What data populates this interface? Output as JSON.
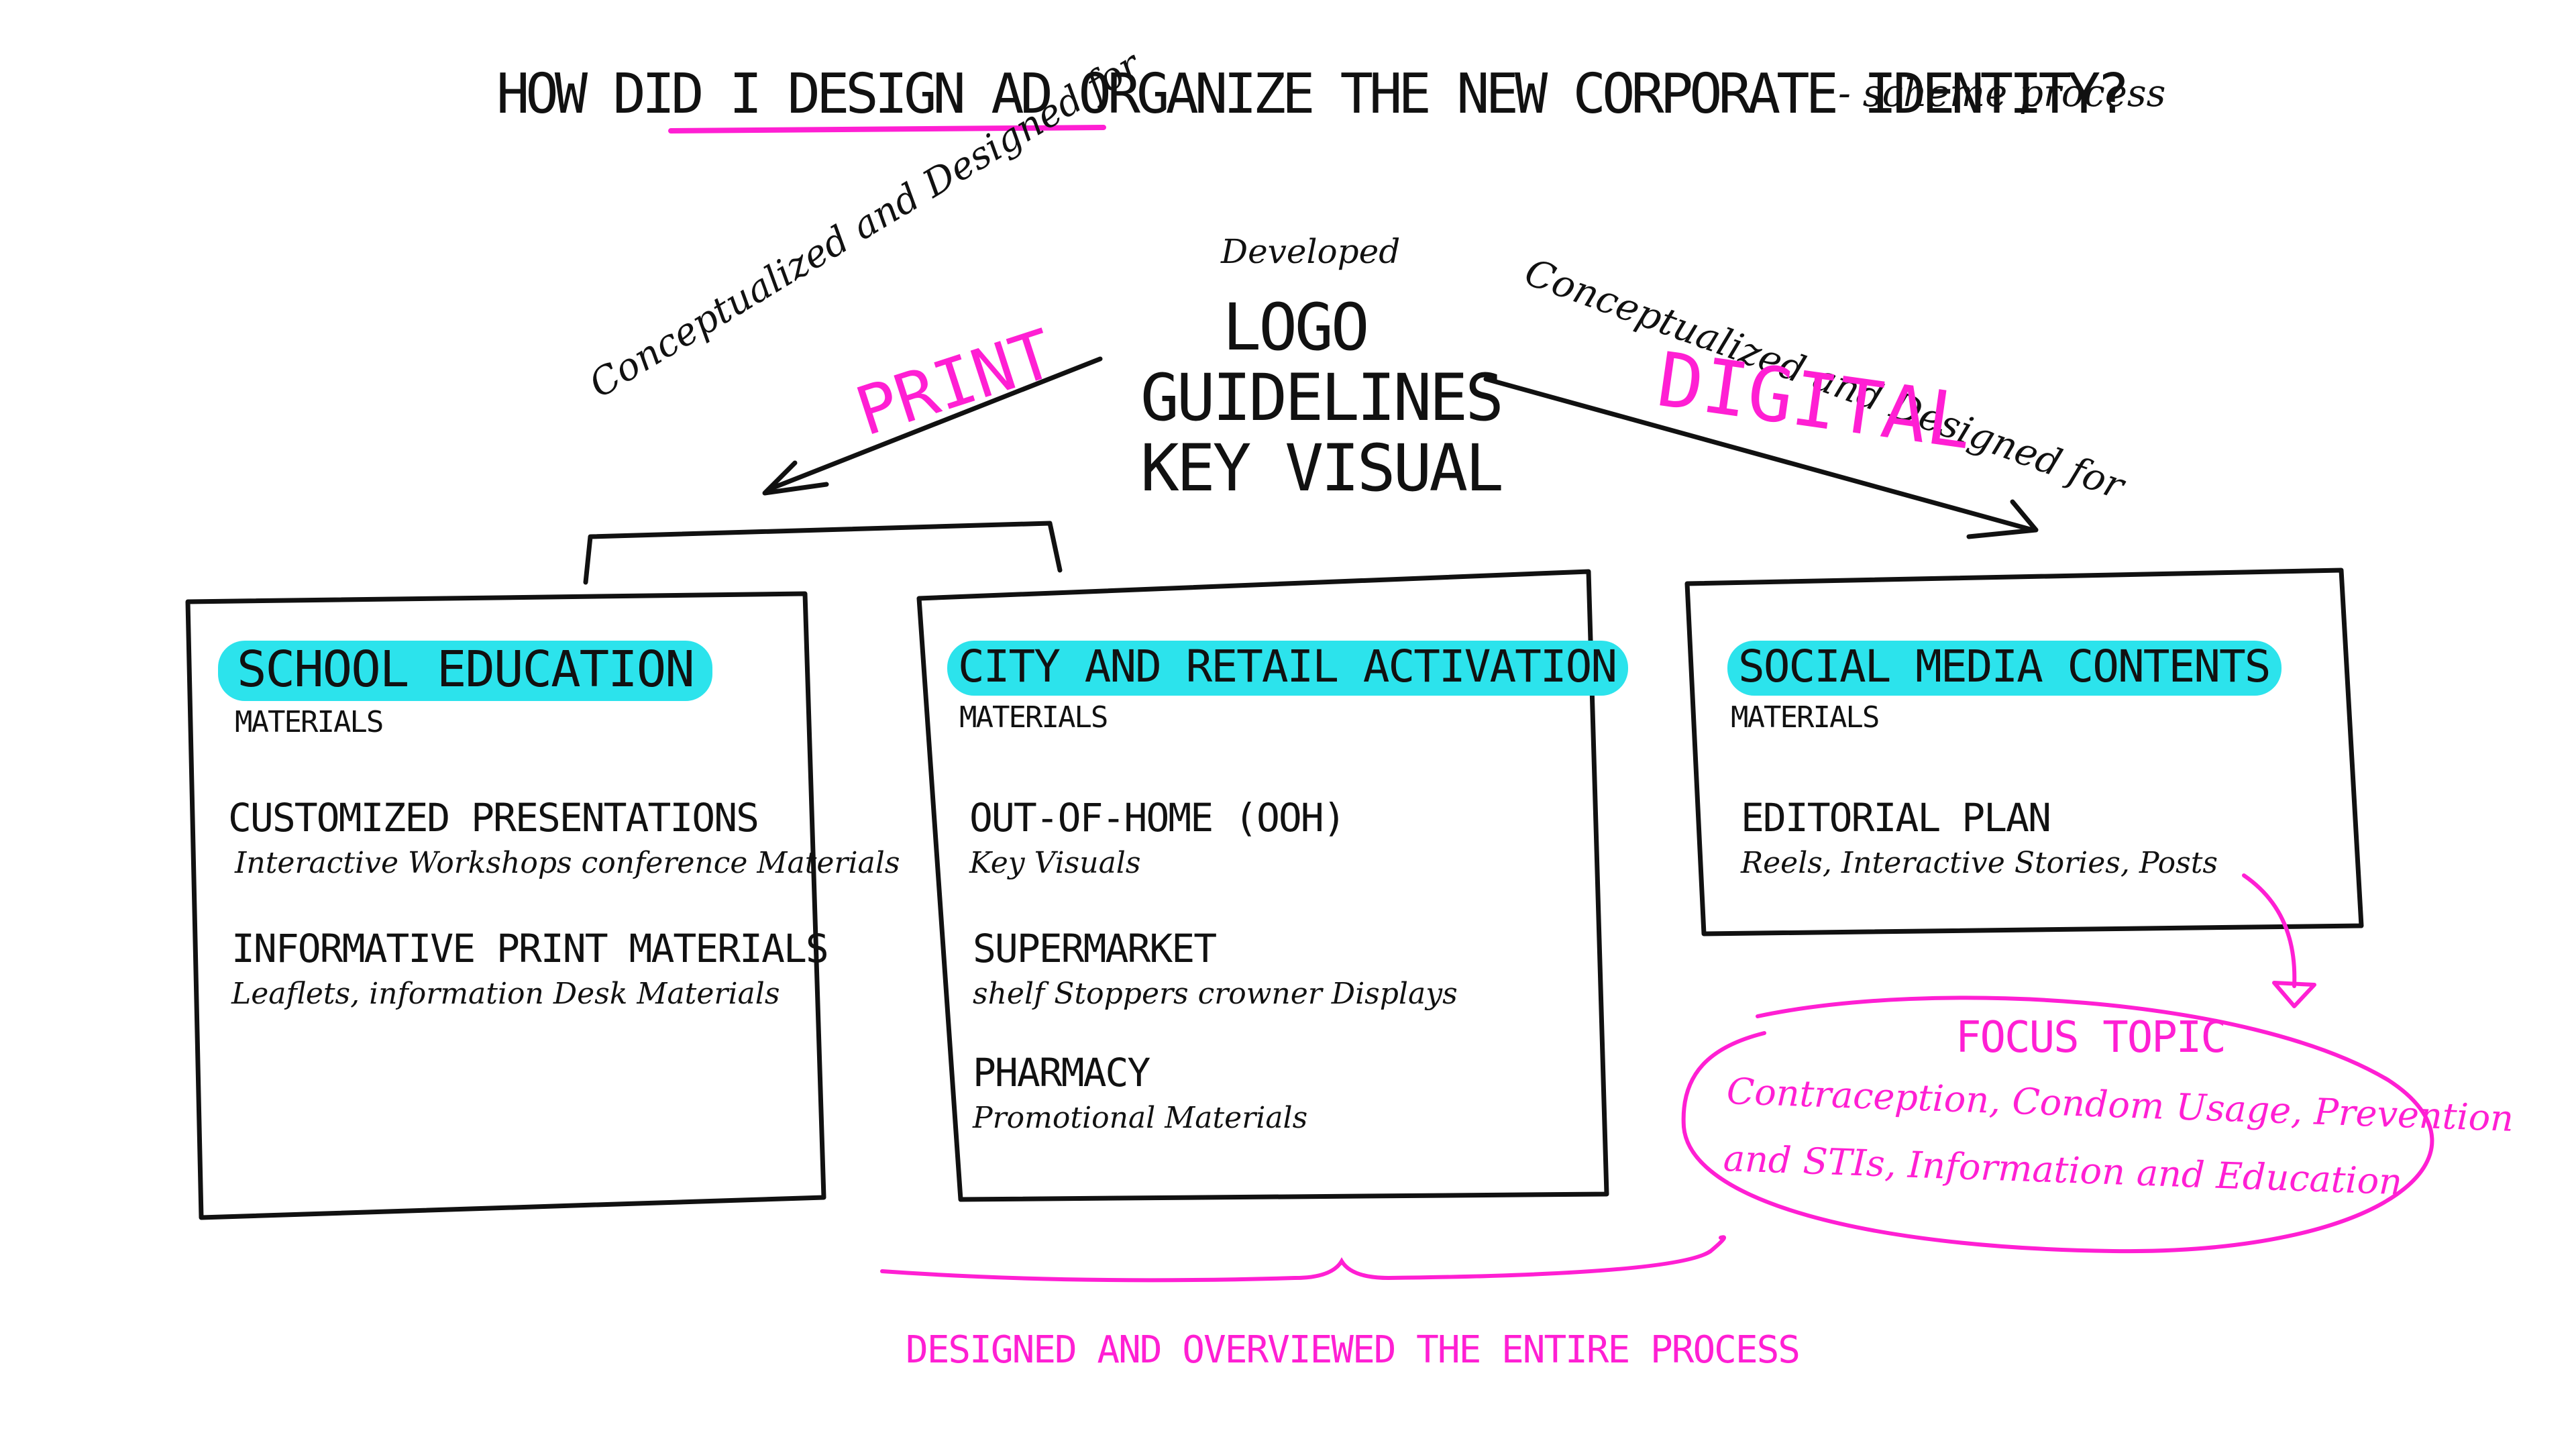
{
  "title": {
    "main": "HOW DID I DESIGN AD ORGANIZE THE NEW CORPORATE IDENTITY?",
    "subtitle": "- scheme process",
    "underline_color": "#ff1fd3"
  },
  "center": {
    "caption": "Developed",
    "items": [
      "LOGO",
      "GUIDELINES",
      "KEY VISUAL"
    ]
  },
  "left_branch": {
    "caption": "Conceptualized and Designed for",
    "keyword": "PRINT"
  },
  "right_branch": {
    "caption": "Conceptualized and Designed for",
    "keyword": "DIGITAL"
  },
  "boxes": [
    {
      "heading": "SCHOOL EDUCATION",
      "subheading": "MATERIALS",
      "items": [
        {
          "title": "CUSTOMIZED PRESENTATIONS",
          "desc": "Interactive Workshops conference Materials"
        },
        {
          "title": "INFORMATIVE PRINT MATERIALS",
          "desc": "Leaflets, information Desk Materials"
        }
      ]
    },
    {
      "heading": "CITY AND RETAIL ACTIVATION",
      "subheading": "MATERIALS",
      "items": [
        {
          "title": "OUT-OF-HOME (OOH)",
          "desc": "Key Visuals"
        },
        {
          "title": "SUPERMARKET",
          "desc": "shelf Stoppers crowner Displays"
        },
        {
          "title": "PHARMACY",
          "desc": "Promotional Materials"
        }
      ]
    },
    {
      "heading": "SOCIAL MEDIA CONTENTS",
      "subheading": "MATERIALS",
      "items": [
        {
          "title": "EDITORIAL PLAN",
          "desc": "Reels, Interactive Stories, Posts"
        }
      ]
    }
  ],
  "focus": {
    "title": "FOCUS TOPIC",
    "lines": [
      "Contraception, Condom Usage, Prevention",
      "and STIs, Information and Education"
    ]
  },
  "footer": "DESIGNED AND OVERVIEWED THE ENTIRE PROCESS",
  "colors": {
    "accent_magenta": "#ff1fd3",
    "highlight_cyan": "#2ce3ec",
    "ink": "#111111"
  }
}
